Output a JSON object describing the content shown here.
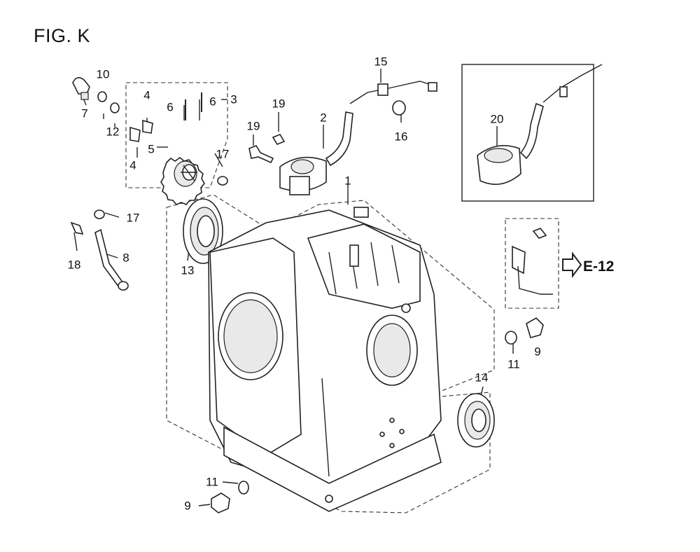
{
  "figure": {
    "title": "FIG. K"
  },
  "reference": {
    "label": "E-12"
  },
  "callouts": {
    "c1": "1",
    "c2": "2",
    "c3": "3",
    "c4a": "4",
    "c4b": "4",
    "c5": "5",
    "c6a": "6",
    "c6b": "6",
    "c7": "7",
    "c8": "8",
    "c9a": "9",
    "c9b": "9",
    "c10": "10",
    "c11a": "11",
    "c11b": "11",
    "c12": "12",
    "c13": "13",
    "c14": "14",
    "c15": "15",
    "c16": "16",
    "c17a": "17",
    "c17b": "17",
    "c18": "18",
    "c19a": "19",
    "c19b": "19",
    "c20": "20"
  }
}
